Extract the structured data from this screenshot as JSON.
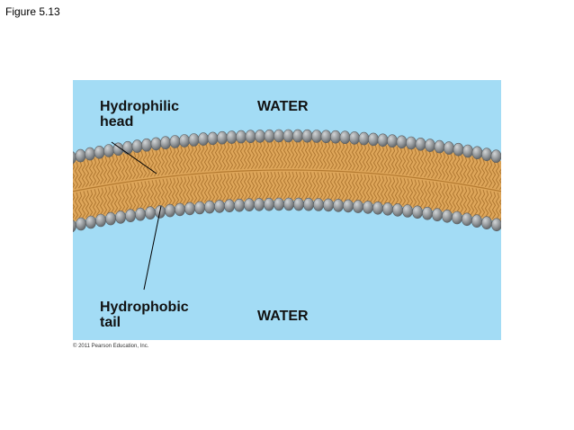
{
  "figure_label": "Figure 5.13",
  "labels": {
    "hydrophilic_line1": "Hydrophilic",
    "hydrophilic_line2": "head",
    "hydrophobic_line1": "Hydrophobic",
    "hydrophobic_line2": "tail",
    "water_top": "WATER",
    "water_bottom": "WATER"
  },
  "copyright": "© 2011 Pearson Education, Inc.",
  "colors": {
    "water": "#a3dcf5",
    "tail": "#dea65a",
    "tail_stroke": "#a8712c",
    "head": "#8f9396",
    "head_highlight": "#d2d5d7",
    "head_stroke": "#5a5e61"
  }
}
